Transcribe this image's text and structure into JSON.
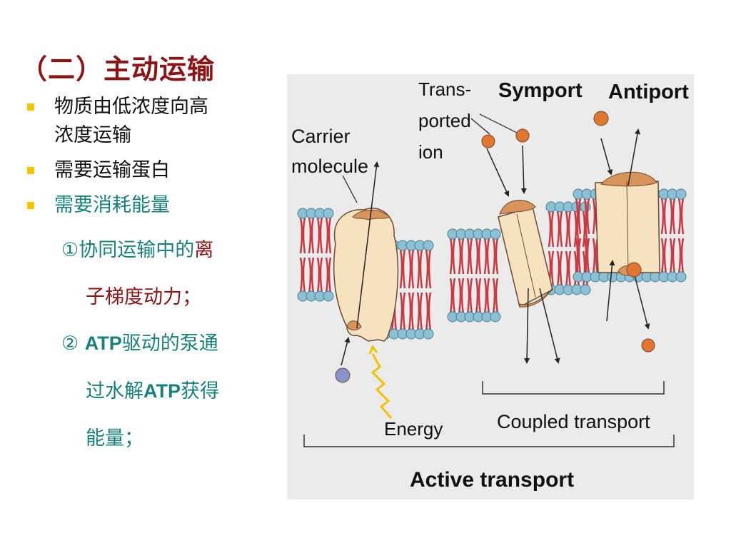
{
  "slide": {
    "title": "（二）主动运输",
    "bullets": [
      {
        "lines": [
          "物质由低浓度向高",
          "浓度运输"
        ]
      },
      {
        "lines": [
          "需要运输蛋白"
        ]
      },
      {
        "lines": [
          "需要消耗能量"
        ]
      }
    ],
    "points": {
      "p1": {
        "a": "①协同运输中的",
        "b": "离",
        "c": "子梯度动力；"
      },
      "p2": {
        "a": "② ",
        "b": "ATP",
        "c": "驱动的泵通",
        "d": "过水解",
        "e": "ATP",
        "f": "获得",
        "g": "能量；"
      }
    }
  },
  "diagram": {
    "labels": {
      "carrier_1": "Carrier",
      "carrier_2": "molecule",
      "transported_1": "Trans-",
      "transported_2": "ported",
      "transported_3": "ion",
      "symport": "Symport",
      "antiport": "Antiport",
      "energy": "Energy",
      "coupled": "Coupled transport",
      "active": "Active transport"
    },
    "colors": {
      "background": "#ebebeb",
      "protein": "#f7e2c0",
      "protein_cap": "#d9945a",
      "ion_orange": "#e2762f",
      "ion_blue": "#8a93cc",
      "lipid_head": "#8cc0d4",
      "lipid_tail": "#c83a44",
      "energy": "#f2c200"
    }
  }
}
